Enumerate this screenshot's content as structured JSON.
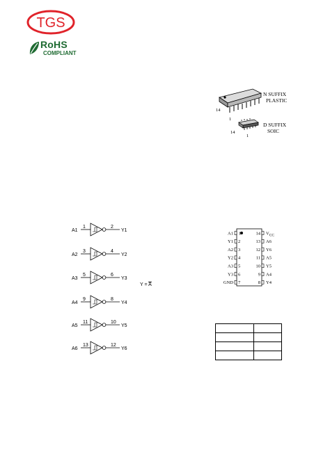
{
  "header": {
    "logo_text": "TGS",
    "rohs_title": "RoHS",
    "rohs_subtitle": "COMPLIANT",
    "brand_red": "#e0232a",
    "rohs_green": "#1f6b32"
  },
  "packages": {
    "n_suffix": {
      "line1": "N SUFFIX",
      "line2": "PLASTIC",
      "pin_high": "14",
      "pin_low": "1"
    },
    "d_suffix": {
      "line1": "D SUFFIX",
      "line2": "SOIC",
      "pin_high": "14",
      "pin_low": "1"
    }
  },
  "logic": {
    "gates": [
      {
        "in_label": "A1",
        "in_pin": "1",
        "out_pin": "2",
        "out_label": "Y1"
      },
      {
        "in_label": "A2",
        "in_pin": "3",
        "out_pin": "4",
        "out_label": "Y2"
      },
      {
        "in_label": "A3",
        "in_pin": "5",
        "out_pin": "6",
        "out_label": "Y3"
      },
      {
        "in_label": "A4",
        "in_pin": "9",
        "out_pin": "8",
        "out_label": "Y4"
      },
      {
        "in_label": "A5",
        "in_pin": "11",
        "out_pin": "10",
        "out_label": "Y5"
      },
      {
        "in_label": "A6",
        "in_pin": "13",
        "out_pin": "12",
        "out_label": "Y6"
      }
    ],
    "equation_lhs": "Y = ",
    "equation_rhs": "A"
  },
  "pinout": {
    "left": [
      {
        "name": "A1",
        "num": "1"
      },
      {
        "name": "Y1",
        "num": "2"
      },
      {
        "name": "A2",
        "num": "3"
      },
      {
        "name": "Y2",
        "num": "4"
      },
      {
        "name": "A3",
        "num": "5"
      },
      {
        "name": "Y3",
        "num": "6"
      },
      {
        "name": "GND",
        "num": "7"
      }
    ],
    "right": [
      {
        "num": "14",
        "name": "V",
        "sub": "CC"
      },
      {
        "num": "13",
        "name": "A6"
      },
      {
        "num": "12",
        "name": "Y6"
      },
      {
        "num": "11",
        "name": "A5"
      },
      {
        "num": "10",
        "name": "Y5"
      },
      {
        "num": "9",
        "name": "A4"
      },
      {
        "num": "8",
        "name": "Y4"
      }
    ]
  },
  "truth_table": {
    "rows": 4,
    "cols": 2
  }
}
